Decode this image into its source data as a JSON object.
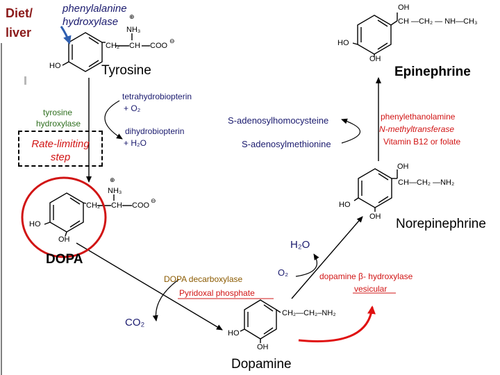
{
  "header": {
    "diet_line1": "Diet/",
    "diet_line2": "liver"
  },
  "enzymes": {
    "pah_line1": "phenylalanine",
    "pah_line2": "hydroxylase",
    "th_line1": "tyrosine",
    "th_line2": "hydroxylase",
    "rate_line1": "Rate-limiting",
    "rate_line2": "step",
    "ddc_line1": "DOPA decarboxylase",
    "ddc_line2": "Pyridoxal phosphate",
    "dbh_line1": "dopamine β- hydroxylase",
    "dbh_line2": "vesicular",
    "pnmt_line1": "phenylethanolamine",
    "pnmt_line2": "N-methyltransferase",
    "pnmt_line3": "Vitamin B12 or folate"
  },
  "cofactors": {
    "bh4": "tetrahydrobiopterin",
    "o2_in": "+ O₂",
    "bh2": "dihydrobiopterin",
    "h2o_out": "+ H₂O",
    "sah": "S-adenosylhomocysteine",
    "sam": "S-adenosylmethionine",
    "h2o": "H₂O",
    "o2": "O₂",
    "co2": "CO₂"
  },
  "molecules": {
    "tyrosine": "Tyrosine",
    "dopa": "DOPA",
    "dopamine": "Dopamine",
    "norepinephrine": "Norepinephrine",
    "epinephrine": "Epinephrine"
  },
  "groups": {
    "ho": "HO",
    "oh": "OH",
    "nh3": "NH₃",
    "ch2": "CH₂",
    "ch": "CH",
    "coo": "COO",
    "plus": "⊕",
    "minus": "⊖",
    "ch_nh_ch3": "CH —CH₂ — NH—CH₃",
    "ch_ch2_nh2": "CH—CH₂ —NH₂",
    "ch2_ch2_nh2": "CH₂—CH₂–NH₂"
  },
  "colors": {
    "accent_red": "#d11414",
    "navy": "#1a1a6e",
    "green": "#2e6e1e",
    "dark_red": "#8b1a1a",
    "blue_arrow": "#2f5fb0"
  }
}
